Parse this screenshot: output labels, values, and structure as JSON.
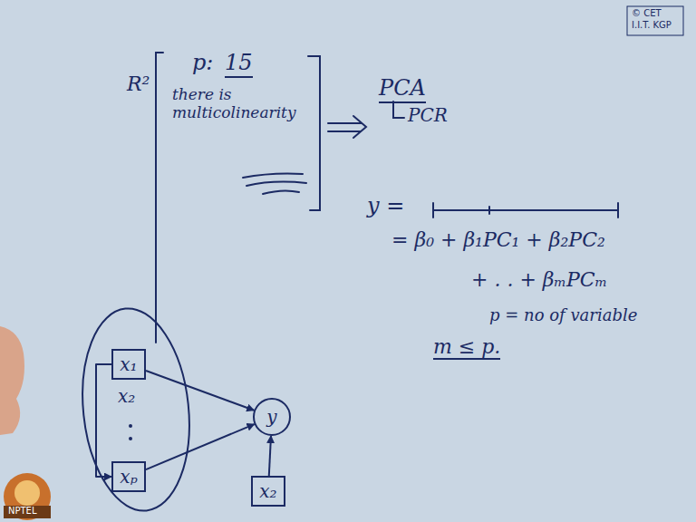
{
  "diagram": {
    "nodes": [
      {
        "text": [
          "x₁"
        ]
      },
      {
        "text": [
          "xₚ"
        ]
      },
      {
        "text": [
          "y"
        ]
      },
      {
        "text": [
          "x₂"
        ]
      }
    ],
    "edges": [
      {
        "from": 0,
        "to": 2,
        "arrow": "to"
      },
      {
        "from": 1,
        "to": 2,
        "arrow": "to"
      },
      {
        "from": 3,
        "to": 2,
        "arrow": "to"
      },
      {
        "from": 0,
        "to": 1,
        "arrow": "to"
      }
    ],
    "labels": [
      "© CET",
      "I.I.T. KGP",
      "p:",
      "15",
      "R²",
      "there is multicolinearity",
      "PCA",
      "PCR",
      "y =",
      "= β₀ + β₁PC₁ + β₂PC₂",
      "+ . . + βₘPCₘ",
      "p = no of variable",
      "m ≤ p.",
      "x₂",
      "NPTEL"
    ]
  }
}
